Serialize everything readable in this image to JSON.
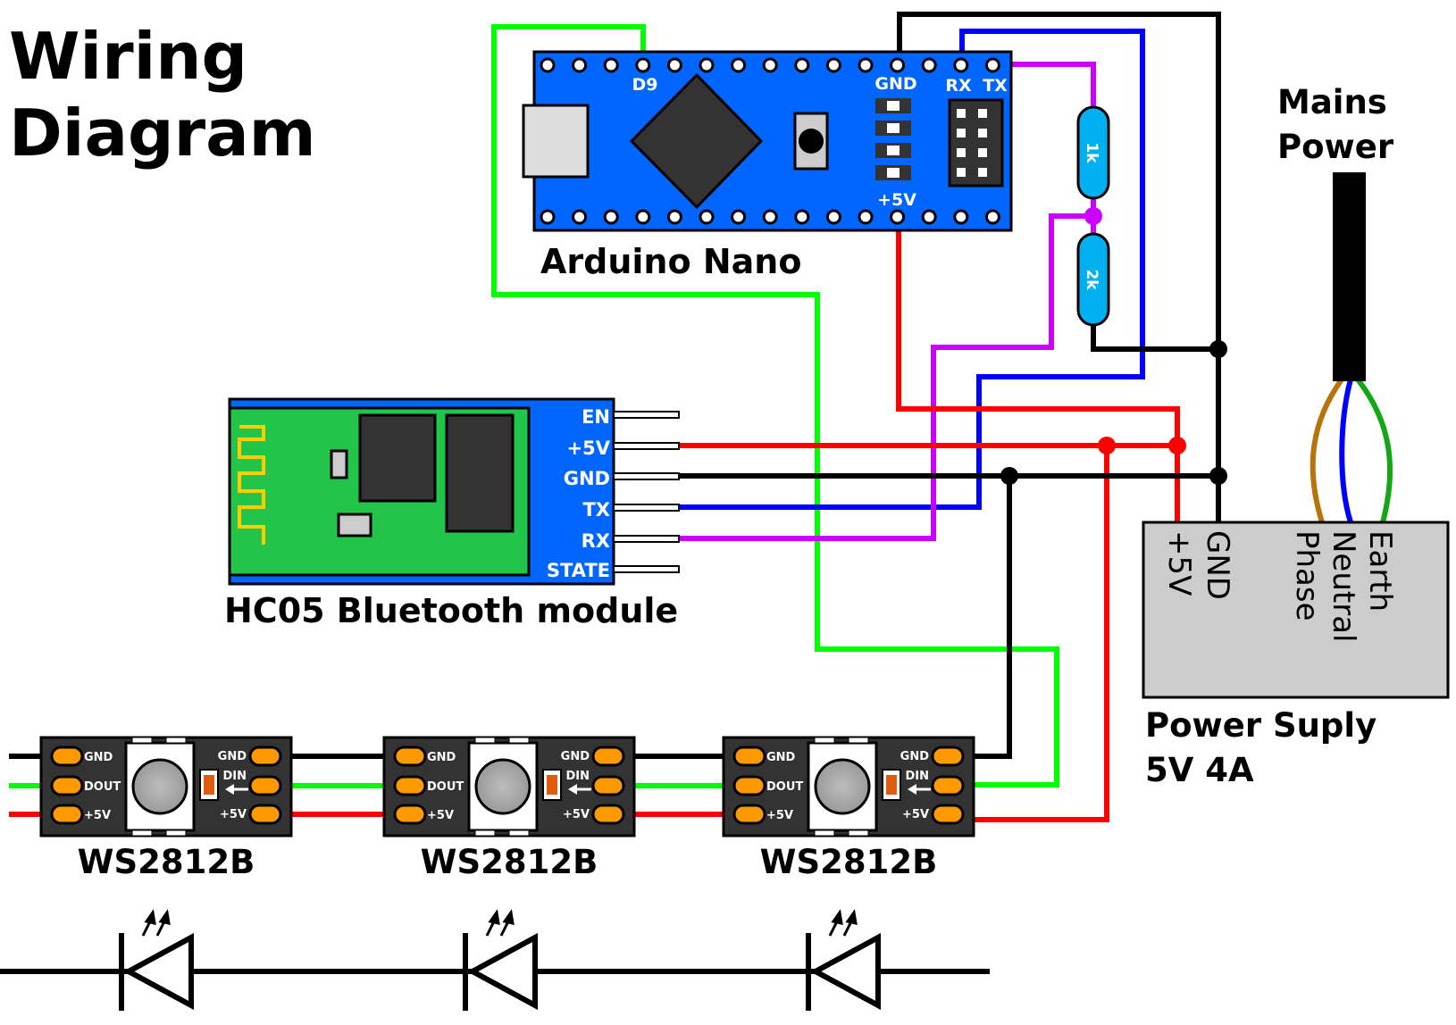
{
  "title": {
    "line1": "Wiring",
    "line2": "Diagram"
  },
  "arduino": {
    "label": "Arduino Nano",
    "pins": {
      "d9": "D9",
      "gnd": "GND",
      "rx": "RX",
      "tx": "TX",
      "v5": "+5V"
    }
  },
  "resistors": {
    "r1": "1k",
    "r2": "2k"
  },
  "mains": {
    "line1": "Mains",
    "line2": "Power"
  },
  "hc05": {
    "label": "HC05 Bluetooth module",
    "pins": {
      "en": "EN",
      "v5": "+5V",
      "gnd": "GND",
      "tx": "TX",
      "rx": "RX",
      "state": "STATE"
    }
  },
  "psu": {
    "terminals": {
      "v5": "+5V",
      "gnd": "GND",
      "phase": "Phase",
      "neutral": "Neutral",
      "earth": "Earth"
    },
    "label_line1": "Power Suply",
    "label_line2": "5V 4A"
  },
  "led": {
    "label": "WS2812B",
    "pins": {
      "gnd": "GND",
      "dout": "DOUT",
      "v5": "+5V",
      "din": "DIN"
    }
  },
  "colors": {
    "wire_gnd": "#000000",
    "wire_5v": "#ff0000",
    "wire_data": "#00ff00",
    "wire_tx": "#0000ff",
    "wire_rx": "#cc00ff",
    "arduino_board": "#0066ff",
    "hc05_board": "#22c44a",
    "resistor": "#00b0f0",
    "led_board": "#333333",
    "pad": "#ff9900"
  }
}
